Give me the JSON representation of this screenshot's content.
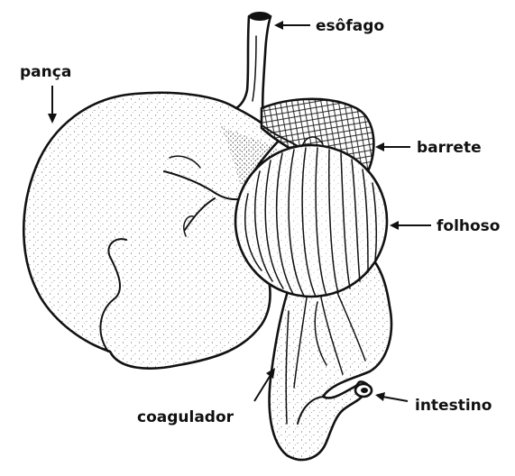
{
  "labels": {
    "esofago": "esôfago",
    "panca": "pança",
    "barrete": "barrete",
    "folhoso": "folhoso",
    "coagulador": "coagulador",
    "intestino": "intestino"
  },
  "colors": {
    "ink": "#111111",
    "paper": "#ffffff"
  }
}
